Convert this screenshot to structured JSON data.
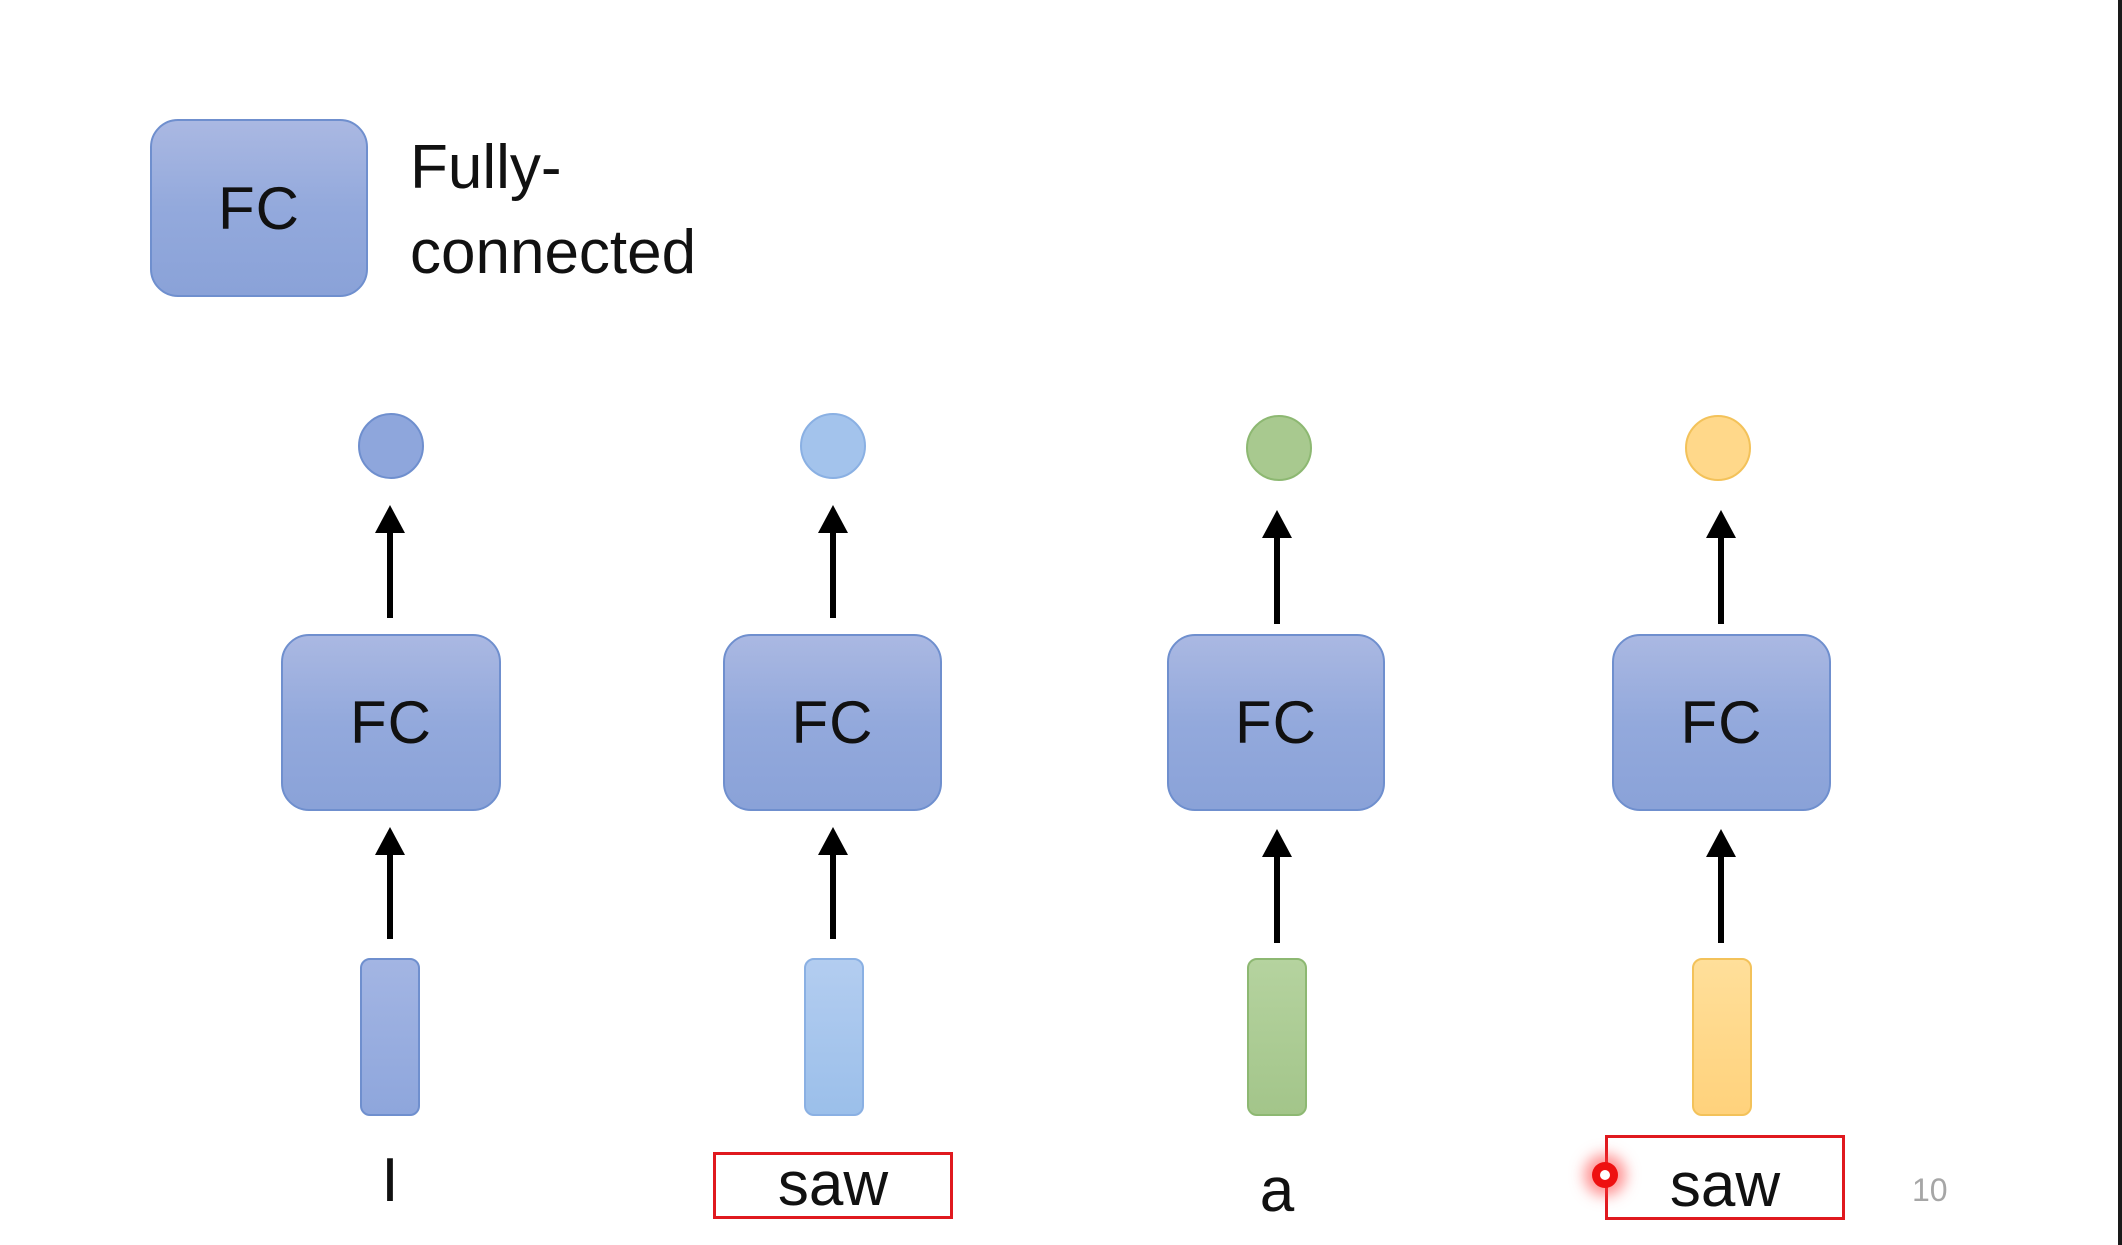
{
  "legend": {
    "box_label": "FC",
    "text_line1": "Fully-",
    "text_line2": "connected"
  },
  "columns": [
    {
      "fc_label": "FC",
      "word": "I",
      "color": "#8ea6dc",
      "highlighted": false
    },
    {
      "fc_label": "FC",
      "word": "saw",
      "color": "#a3c3ec",
      "highlighted": true
    },
    {
      "fc_label": "FC",
      "word": "a",
      "color": "#a8c98f",
      "highlighted": false
    },
    {
      "fc_label": "FC",
      "word": "saw",
      "color": "#ffd88a",
      "highlighted": true
    }
  ],
  "colors": {
    "fc_blue": "#93a9dc",
    "highlight_red": "#e0191f"
  },
  "slide_number": "10"
}
